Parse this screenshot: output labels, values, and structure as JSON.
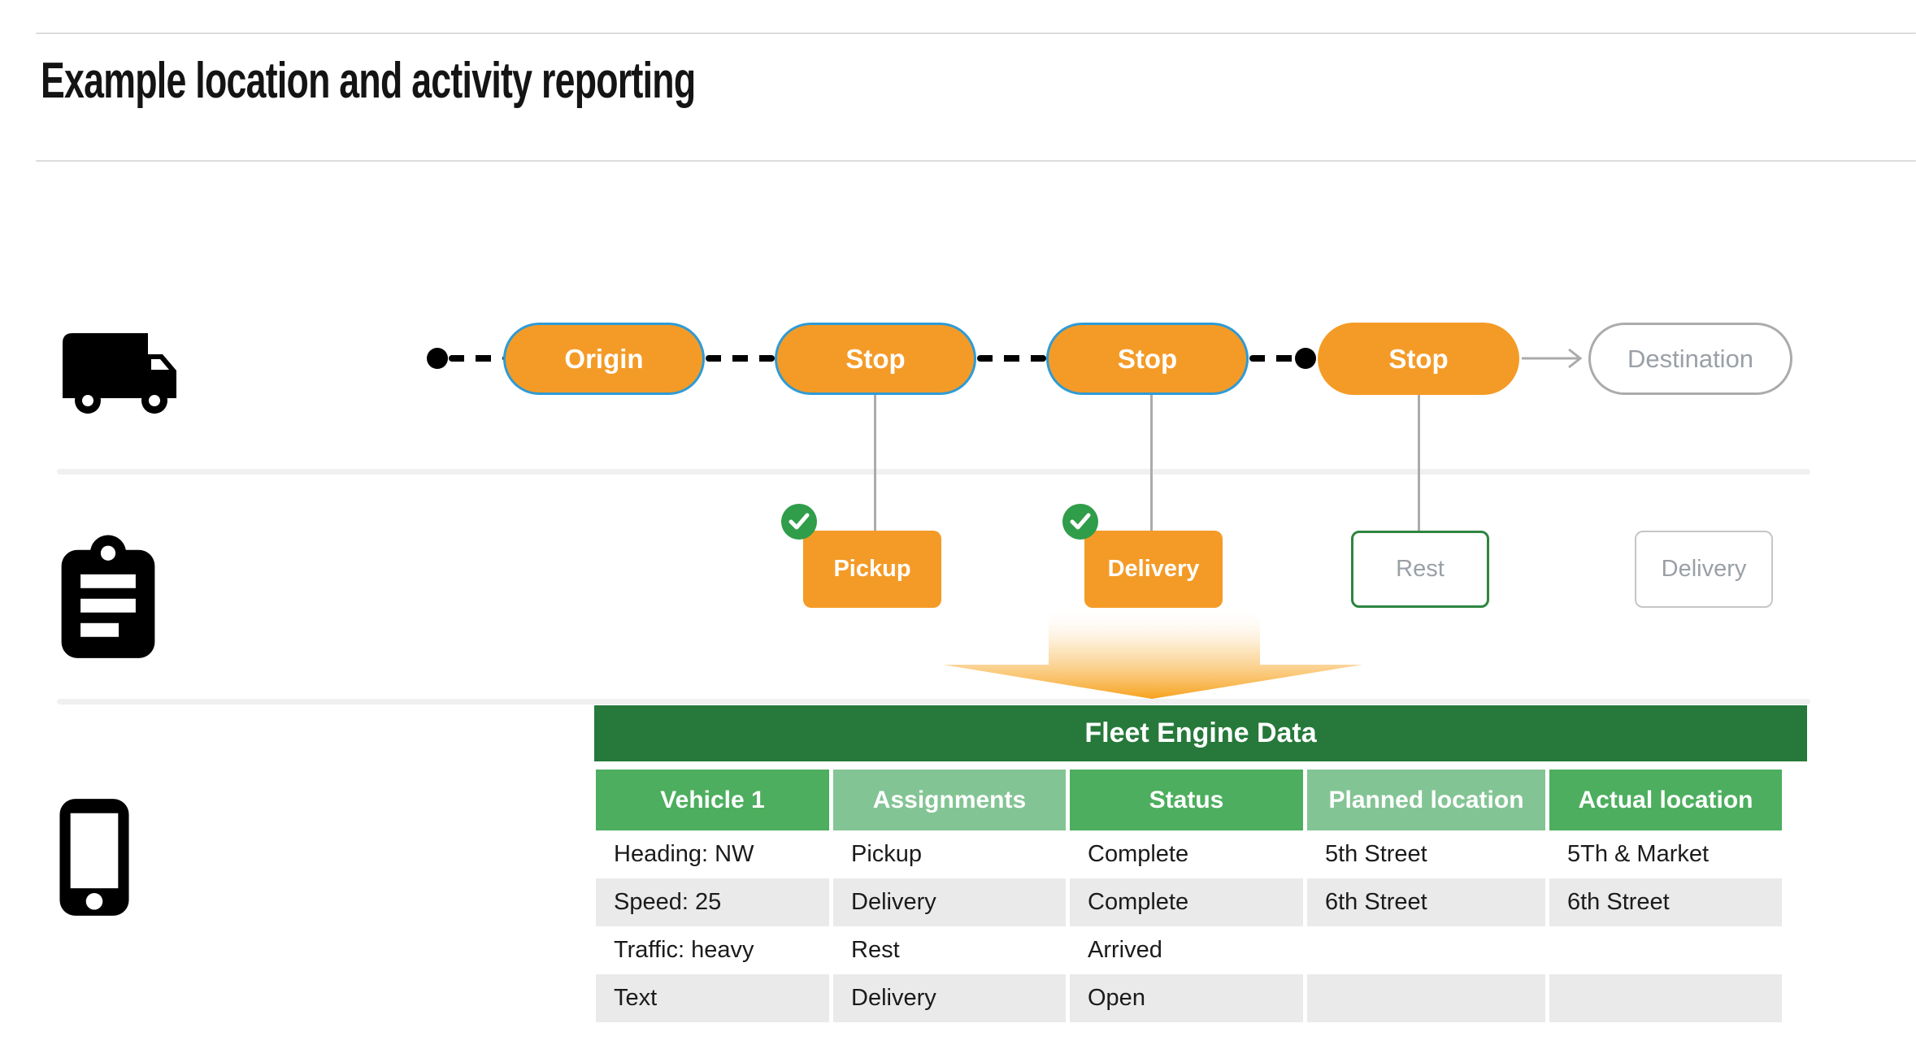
{
  "header": {
    "title": "Example location and activity reporting"
  },
  "route": {
    "nodes": [
      {
        "label": "Origin",
        "state": "visited"
      },
      {
        "label": "Stop",
        "state": "visited"
      },
      {
        "label": "Stop",
        "state": "visited"
      },
      {
        "label": "Stop",
        "state": "current"
      },
      {
        "label": "Destination",
        "state": "planned"
      }
    ]
  },
  "activities": {
    "items": [
      {
        "label": "Pickup",
        "state": "complete",
        "checked": true
      },
      {
        "label": "Delivery",
        "state": "complete",
        "checked": true
      },
      {
        "label": "Rest",
        "state": "current",
        "checked": false
      },
      {
        "label": "Delivery",
        "state": "planned",
        "checked": false
      }
    ]
  },
  "fleet_table": {
    "title": "Fleet Engine Data",
    "columns": [
      "Vehicle 1",
      "Assignments",
      "Status",
      "Planned location",
      "Actual location"
    ],
    "rows": [
      [
        "Heading: NW",
        "Pickup",
        "Complete",
        "5th Street",
        "5Th & Market"
      ],
      [
        "Speed: 25",
        "Delivery",
        "Complete",
        "6th Street",
        "6th Street"
      ],
      [
        "Traffic: heavy",
        "Rest",
        "Arrived",
        "",
        ""
      ],
      [
        "Text",
        "Delivery",
        "Open",
        "",
        ""
      ]
    ]
  },
  "icons": {
    "truck": "truck-icon",
    "clipboard": "clipboard-icon",
    "phone": "smartphone-icon",
    "check": "check-circle-icon",
    "flow_arrow": "down-arrow-gradient"
  },
  "colors": {
    "stop_orange": "#F49B27",
    "route_border_blue": "#2E9BD6",
    "table_title_green": "#26793A",
    "column_green": "#4CAE5E",
    "column_light_green": "#83C494",
    "check_green": "#2F9D49",
    "row_stripe_gray": "#EAEAEA",
    "muted_gray_text": "#9AA0A6"
  }
}
